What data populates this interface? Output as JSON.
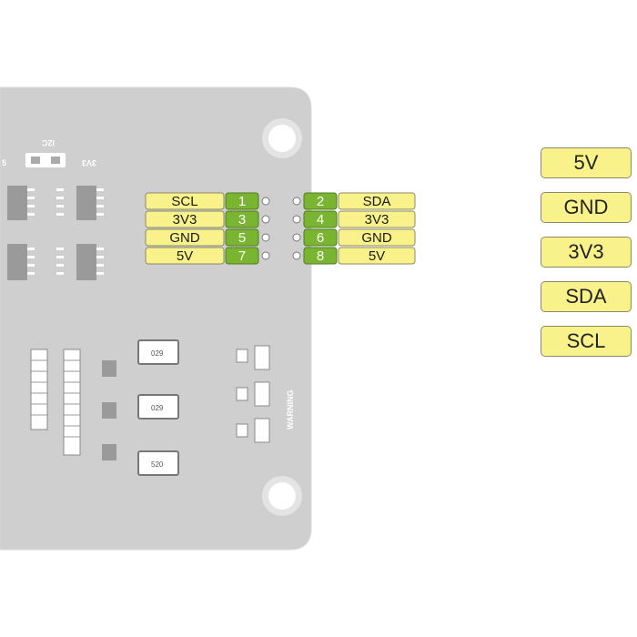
{
  "board": {
    "silkscreen": {
      "i2c": "I2C",
      "v3v3": "3V3",
      "v5": "5",
      "warning": "WARNING"
    },
    "chips": [
      "029",
      "029",
      "520"
    ]
  },
  "header_pins": [
    {
      "left_label": "SCL",
      "left_num": "1",
      "right_num": "2",
      "right_label": "SDA"
    },
    {
      "left_label": "3V3",
      "left_num": "3",
      "right_num": "4",
      "right_label": "3V3"
    },
    {
      "left_label": "GND",
      "left_num": "5",
      "right_num": "6",
      "right_label": "GND"
    },
    {
      "left_label": "5V",
      "left_num": "7",
      "right_num": "8",
      "right_label": "5V"
    }
  ],
  "legend": [
    "5V",
    "GND",
    "3V3",
    "SDA",
    "SCL"
  ],
  "colors": {
    "pin_label_bg": "#f9f28a",
    "pin_num_bg": "#7ab532",
    "board": "#cfcfcf"
  }
}
